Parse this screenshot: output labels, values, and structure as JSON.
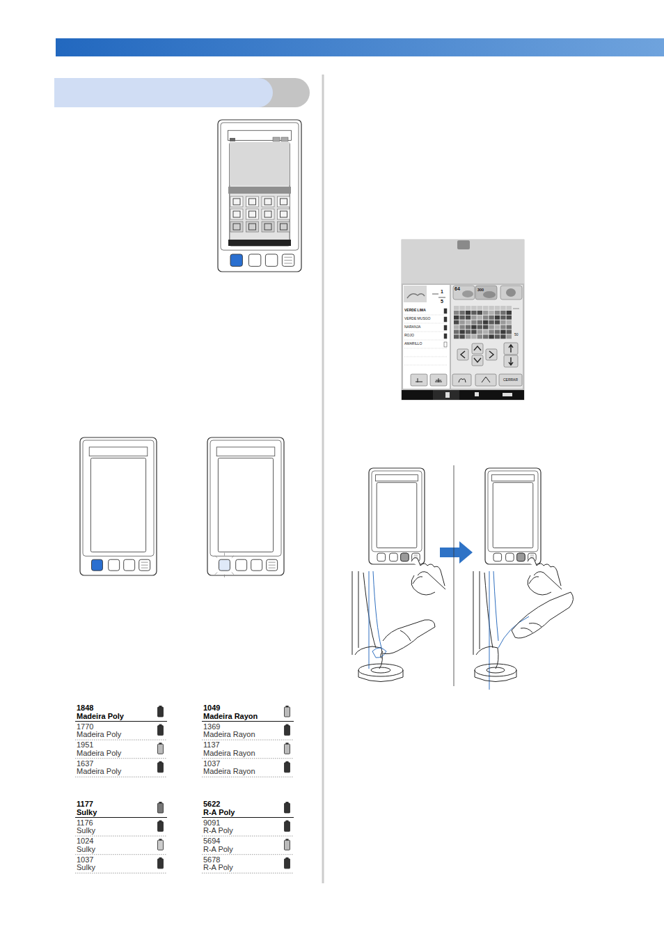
{
  "diagram": {
    "labels": [
      "1848",
      "Madeira Poly",
      "1770",
      "Madeira Poly",
      "1951",
      "Madeira Poly",
      "1637",
      "Madeira Poly",
      "1049",
      "Madeira Rayon",
      "1369",
      "Madeira Rayon",
      "1137",
      "Madeira Rayon",
      "1037",
      "Madeira Rayon",
      "1177",
      "Sulky",
      "1176",
      "Sulky",
      "1024",
      "Sulky",
      "1037",
      "Sulky",
      "5622",
      "R-A Poly",
      "9091",
      "R-A Poly",
      "5694",
      "R-A Poly",
      "5678",
      "R-A Poly",
      "1",
      "5",
      "64",
      "300",
      "VERDE LIMA",
      "VERDE MUSGO",
      "NARANJA",
      "ROJO",
      "AMARILLO",
      "50",
      "CERRAR"
    ]
  }
}
